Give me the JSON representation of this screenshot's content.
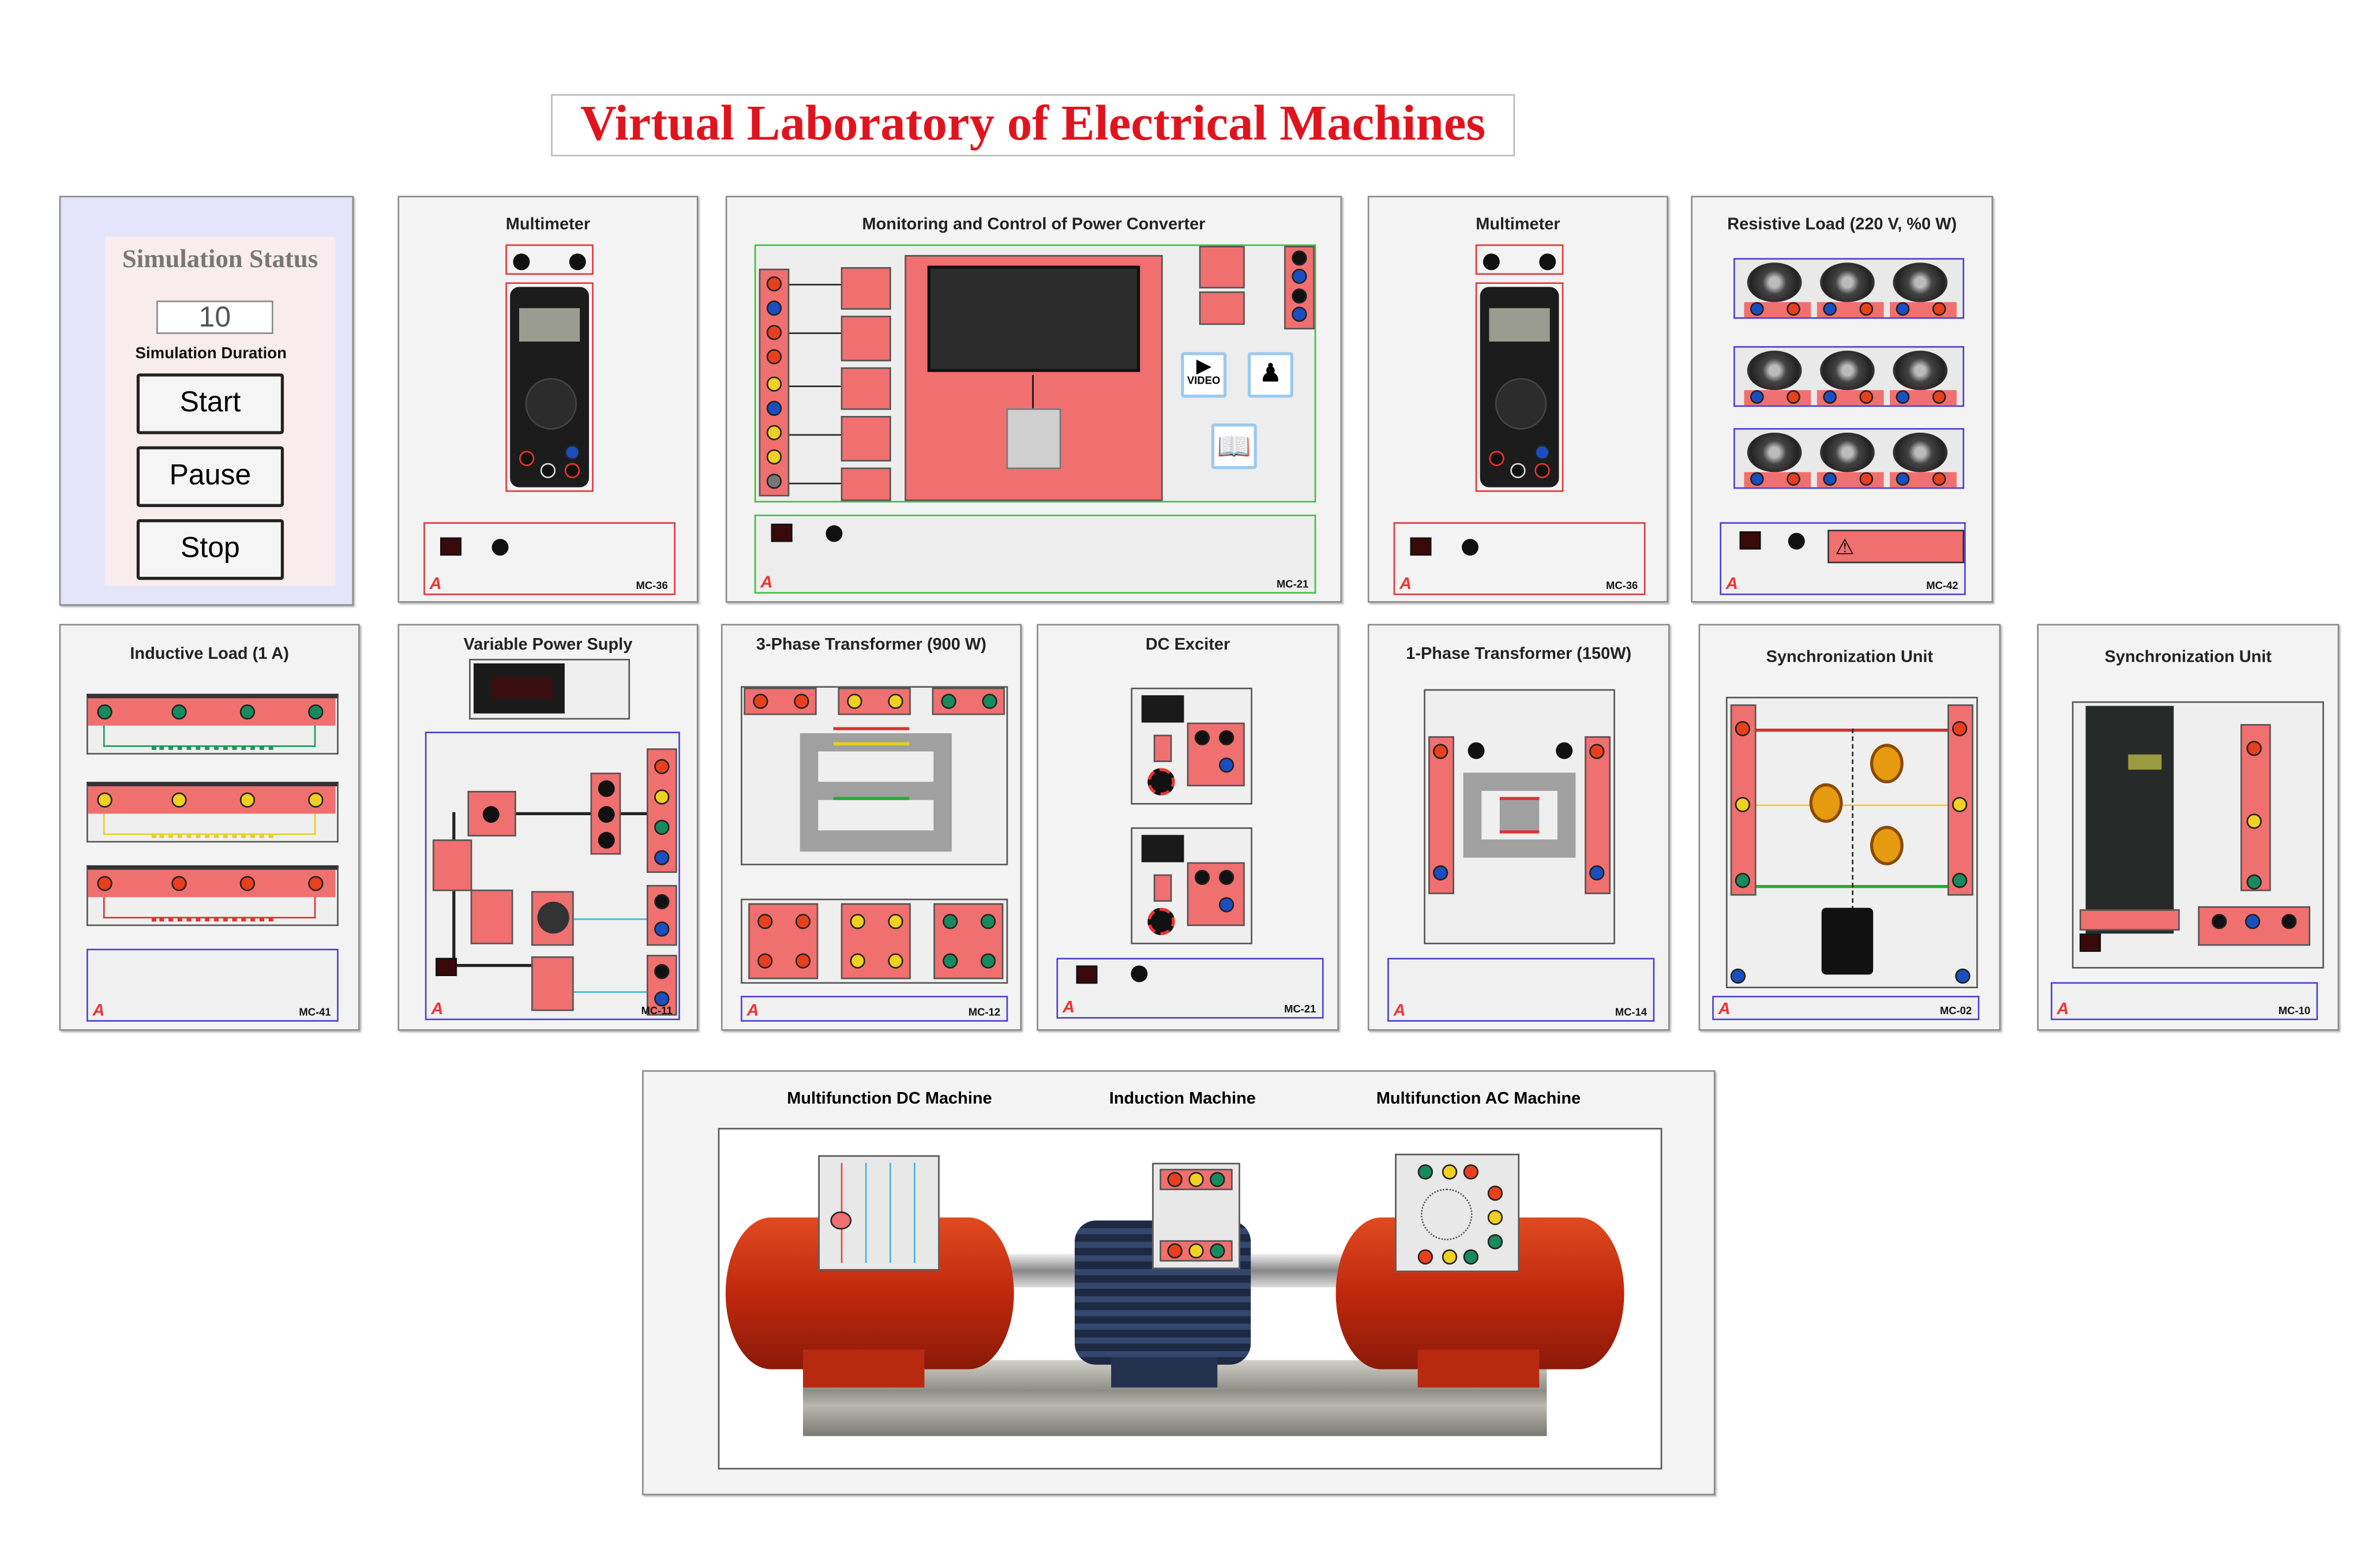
{
  "title": "Virtual Laboratory of Electrical Machines",
  "simulation": {
    "heading": "Simulation Status",
    "duration_value": "10",
    "duration_label": "Simulation Duration",
    "start_label": "Start",
    "pause_label": "Pause",
    "stop_label": "Stop"
  },
  "modules": {
    "multimeter1": {
      "title": "Multimeter",
      "code": "MC-36"
    },
    "monitoring": {
      "title": "Monitoring and Control of Power Converter",
      "code": "MC-21",
      "video_label": "VIDEO"
    },
    "multimeter2": {
      "title": "Multimeter",
      "code": "MC-36"
    },
    "resistive": {
      "title": "Resistive Load (220 V, %0 W)",
      "code": "MC-42"
    },
    "inductive": {
      "title": "Inductive Load (1 A)",
      "code": "MC-41"
    },
    "vps": {
      "title": "Variable Power Suply",
      "code": "MC-11"
    },
    "transformer3": {
      "title": "3-Phase Transformer (900 W)",
      "code": "MC-12"
    },
    "dc_exciter": {
      "title": "DC Exciter",
      "code": "MC-21"
    },
    "transformer1": {
      "title": "1-Phase Transformer (150W)",
      "code": "MC-14"
    },
    "sync1": {
      "title": "Synchronization Unit",
      "code": "MC-02"
    },
    "sync2": {
      "title": "Synchronization Unit",
      "code": "MC-10"
    }
  },
  "machines": {
    "dc": "Multifunction DC Machine",
    "induction": "Induction Machine",
    "ac": "Multifunction AC Machine"
  },
  "colors": {
    "title": "#e0141e",
    "module_red": "#f07070",
    "frame_blue": "#4b3fd0",
    "frame_green": "#3fc03f"
  }
}
